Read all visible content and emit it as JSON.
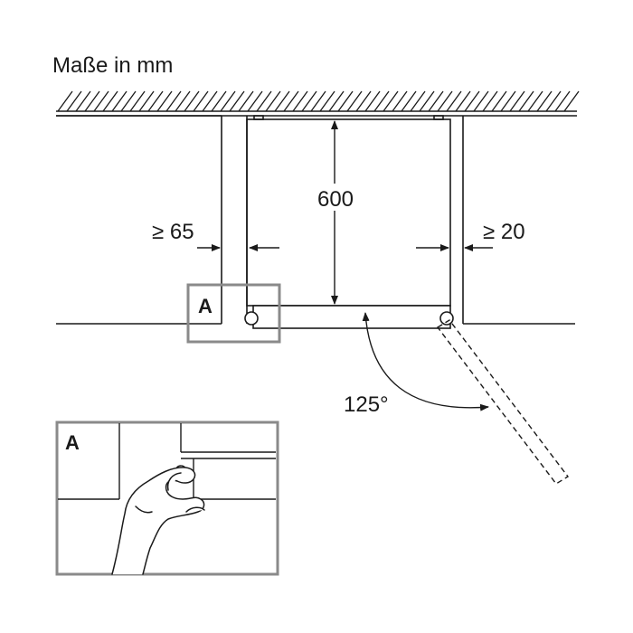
{
  "diagram": {
    "title": "Maße in mm",
    "labels": {
      "height": "600",
      "left_clearance": "≥ 65",
      "right_clearance": "≥ 20",
      "angle": "125°",
      "detail_marker": "A",
      "detail_inset_label": "A"
    },
    "colors": {
      "line": "#1a1a1a",
      "frame": "#8a8a8a",
      "hatch": "#1a1a1a"
    },
    "icons": [
      "hand-icon"
    ]
  }
}
